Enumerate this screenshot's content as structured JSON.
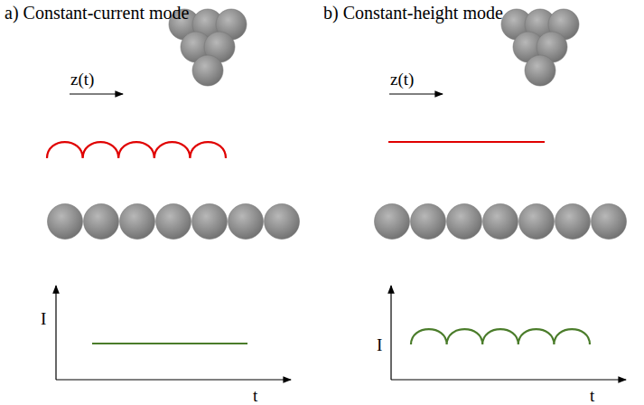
{
  "diagram": {
    "labels": [
      "a) Constant-current mode",
      "b) Constant-height mode",
      "z(t)",
      "z(t)",
      "I",
      "I",
      "t",
      "t"
    ]
  }
}
